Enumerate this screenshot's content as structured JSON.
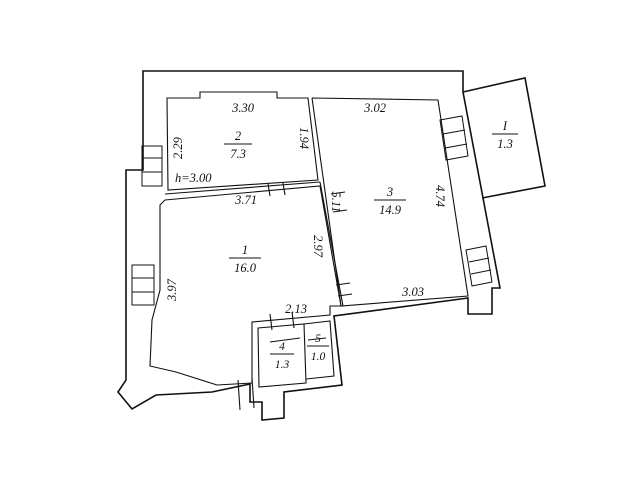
{
  "rooms": [
    {
      "id": "r1",
      "number": "1",
      "area": "16.0"
    },
    {
      "id": "r2",
      "number": "2",
      "area": "7.3"
    },
    {
      "id": "r3",
      "number": "3",
      "area": "14.9"
    },
    {
      "id": "r4",
      "number": "4",
      "area": "1.3"
    },
    {
      "id": "r5",
      "number": "5",
      "area": "1.0"
    },
    {
      "id": "balcony",
      "number": "I",
      "area": "1.3"
    }
  ],
  "dimensions": {
    "r2_top": "3.30",
    "r2_left": "2.29",
    "r2_right": "1.94",
    "r2_height": "h=3.00",
    "r1_top": "3.71",
    "r1_left": "3.97",
    "r1_right": "2.97",
    "r1_bottom": "2.13",
    "r3_top": "3.02",
    "r3_left": "5.11",
    "r3_right": "4.74",
    "r3_bottom": "3.03"
  }
}
